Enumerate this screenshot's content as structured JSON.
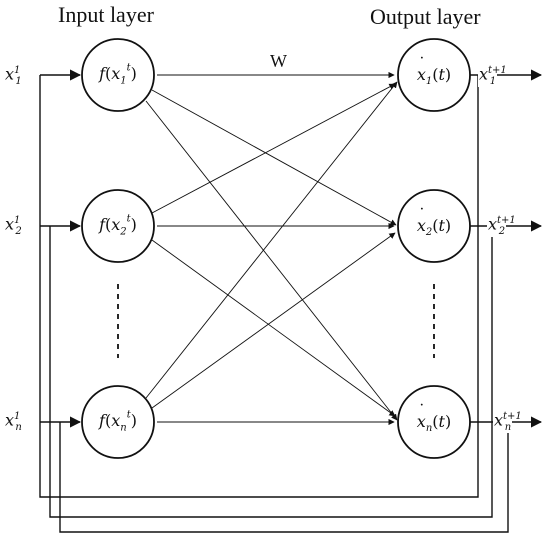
{
  "titles": {
    "input_layer": "Input layer",
    "output_layer": "Output layer"
  },
  "weight_label": "W",
  "input_nodes": [
    {
      "func": "f",
      "var": "x",
      "sub": "1",
      "sup": "t"
    },
    {
      "func": "f",
      "var": "x",
      "sub": "2",
      "sup": "t"
    },
    {
      "func": "f",
      "var": "x",
      "sub": "n",
      "sup": "t"
    }
  ],
  "output_nodes": [
    {
      "var": "x",
      "sub": "1",
      "arg": "t"
    },
    {
      "var": "x",
      "sub": "2",
      "arg": "t"
    },
    {
      "var": "x",
      "sub": "n",
      "arg": "t"
    }
  ],
  "left_inputs": [
    {
      "var": "x",
      "sub": "1",
      "sup": "1"
    },
    {
      "var": "x",
      "sub": "2",
      "sup": "1"
    },
    {
      "var": "x",
      "sub": "n",
      "sup": "1"
    }
  ],
  "right_outputs": [
    {
      "var": "x",
      "sub": "1",
      "sup": "t+1"
    },
    {
      "var": "x",
      "sub": "2",
      "sup": "t+1"
    },
    {
      "var": "x",
      "sub": "n",
      "sup": "t+1"
    }
  ],
  "ellipsis": "⋮",
  "colors": {
    "stroke": "#111111",
    "background": "#ffffff"
  }
}
